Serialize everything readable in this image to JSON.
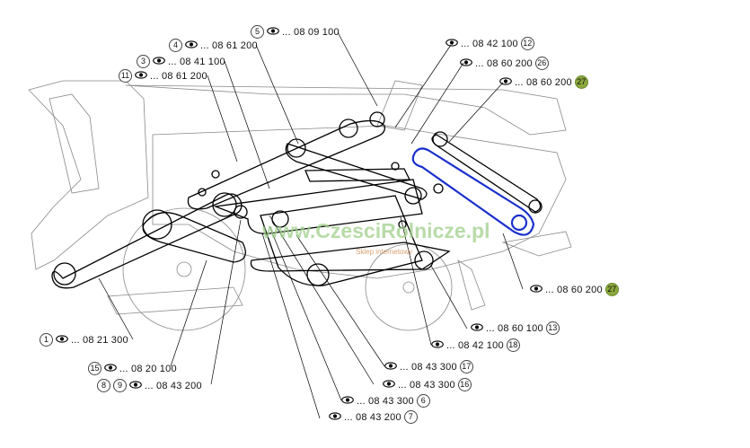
{
  "callouts": [
    {
      "key": "c5",
      "num": "5",
      "code": "... 08 09 100",
      "num_pos": "before"
    },
    {
      "key": "c4",
      "num": "4",
      "code": "... 08 61 200",
      "num_pos": "before"
    },
    {
      "key": "c3",
      "num": "3",
      "code": "... 08 41 100",
      "num_pos": "before"
    },
    {
      "key": "c11",
      "num": "11",
      "code": "... 08 61 200",
      "num_pos": "before"
    },
    {
      "key": "c12",
      "num": "12",
      "code": "... 08 42 100",
      "num_pos": "after"
    },
    {
      "key": "c26",
      "num": "26",
      "code": "... 08 60 200",
      "num_pos": "after"
    },
    {
      "key": "c27a",
      "num": "27",
      "code": "... 08 60 200",
      "num_pos": "after",
      "highlight": true
    },
    {
      "key": "c27b",
      "num": "27",
      "code": "... 08 60 200",
      "num_pos": "after",
      "highlight": true
    },
    {
      "key": "c13",
      "num": "13",
      "code": "... 08 60 100",
      "num_pos": "after"
    },
    {
      "key": "c18",
      "num": "18",
      "code": "... 08 42 100",
      "num_pos": "after"
    },
    {
      "key": "c17",
      "num": "17",
      "code": "... 08 43 300",
      "num_pos": "after"
    },
    {
      "key": "c16",
      "num": "16",
      "code": "... 08 43 300",
      "num_pos": "after"
    },
    {
      "key": "c6",
      "num": "6",
      "code": "... 08 43 300",
      "num_pos": "after"
    },
    {
      "key": "c7",
      "num": "7",
      "code": "... 08 43 200",
      "num_pos": "after"
    },
    {
      "key": "c1",
      "num": "1",
      "code": "... 08 21 300",
      "num_pos": "before"
    },
    {
      "key": "c15",
      "num": "15",
      "code": "... 08 20 100",
      "num_pos": "before"
    },
    {
      "key": "c8_9",
      "num": "8",
      "num2": "9",
      "code": "... 08 43 200",
      "num_pos": "before"
    }
  ],
  "watermark": {
    "main": "www.CzesciRolnicze.pl",
    "sub": "Sklep internetowy"
  },
  "colors": {
    "line": "#000000",
    "highlight_belt": "#1a2fcc",
    "badge_green": "#8aa83c",
    "watermark": "#9fd08a"
  },
  "icons": {
    "eye": "eye-icon"
  }
}
